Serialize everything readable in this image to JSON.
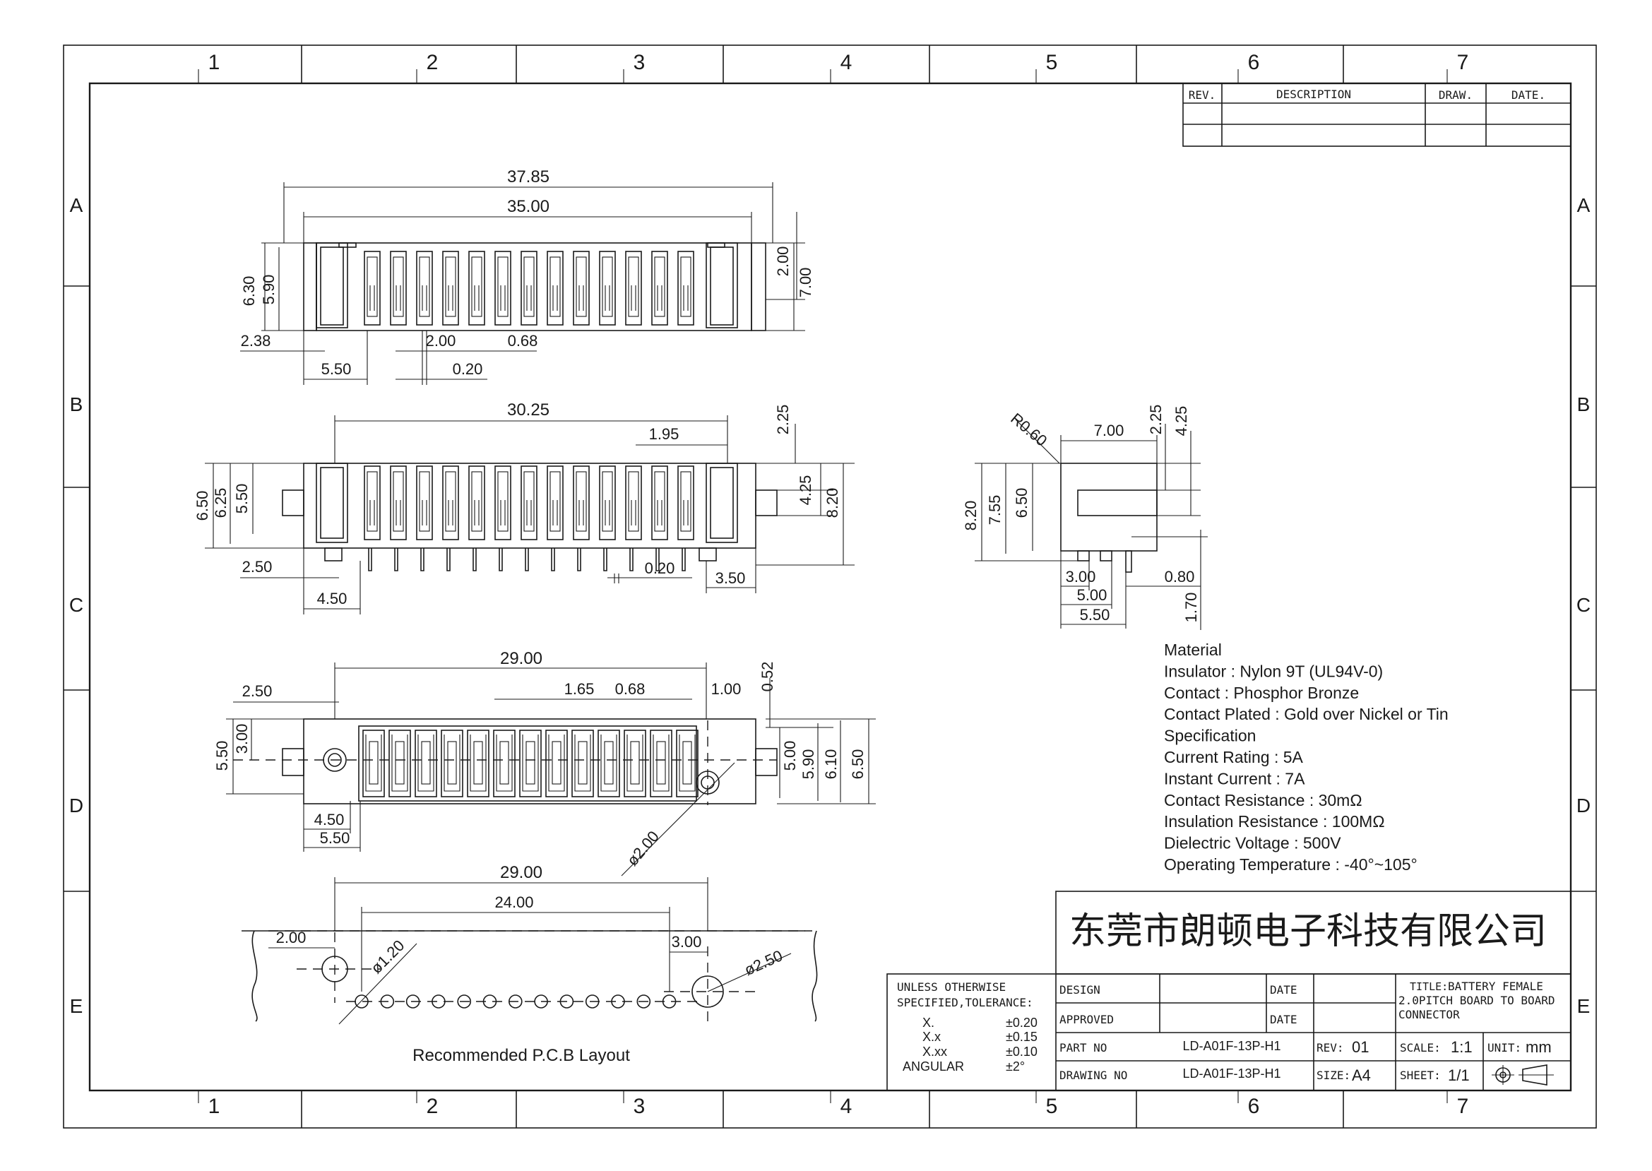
{
  "frame": {
    "columns": [
      "1",
      "2",
      "3",
      "4",
      "5",
      "6",
      "7"
    ],
    "rows": [
      "A",
      "B",
      "C",
      "D",
      "E"
    ]
  },
  "revision_table": {
    "headers": [
      "REV.",
      "DESCRIPTION",
      "DRAW.",
      "DATE."
    ]
  },
  "views": {
    "top": {
      "dims": {
        "overall": "37.85",
        "inner": "35.00",
        "h1": "6.30",
        "h2": "5.90",
        "right_top": "2.00",
        "right_total": "7.00",
        "left_offset": "2.38",
        "pitch": "2.00",
        "wall": "0.68",
        "end_width": "5.50",
        "slot": "0.20"
      }
    },
    "front": {
      "dims": {
        "span": "30.25",
        "tab": "1.95",
        "top_off": "2.25",
        "h_outer": "6.50",
        "h_mid": "6.25",
        "h_inner": "5.50",
        "boss": "4.25",
        "total": "8.20",
        "left": "2.50",
        "pin_w": "0.20",
        "right": "3.50",
        "left2": "4.50"
      }
    },
    "side": {
      "dims": {
        "radius": "R0.60",
        "width": "7.00",
        "top1": "2.25",
        "top2": "4.25",
        "h_total": "8.20",
        "h2": "7.55",
        "h3": "6.50",
        "d1": "3.00",
        "d2": "5.00",
        "d3": "5.50",
        "pin": "0.80",
        "tail": "1.70"
      }
    },
    "bottom": {
      "dims": {
        "span": "29.00",
        "pitch": "1.65",
        "gap": "0.68",
        "end": "1.00",
        "top": "0.52",
        "left": "2.50",
        "h_a": "5.50",
        "h_b": "3.00",
        "r1": "5.00",
        "r2": "5.90",
        "r3": "6.10",
        "r4": "6.50",
        "l1": "4.50",
        "l2": "5.50",
        "hole": "ø2.00"
      }
    },
    "pcb": {
      "label": "Recommended P.C.B Layout",
      "dims": {
        "span": "29.00",
        "inner": "24.00",
        "left": "2.00",
        "right": "3.00",
        "small_hole": "ø1.20",
        "big_hole": "ø2.50"
      }
    }
  },
  "material": {
    "lines": [
      "Material",
      "Insulator : Nylon 9T (UL94V-0)",
      "Contact : Phosphor   Bronze",
      "Contact Plated : Gold over Nickel or Tin",
      "Specification",
      "Current Rating : 5A",
      "Instant Current : 7A",
      "Contact Resistance : 30mΩ",
      "Insulation Resistance : 100MΩ",
      "Dielectric   Voltage : 500V",
      "Operating Temperature : -40°~105°"
    ]
  },
  "title_block": {
    "company": "东莞市朗顿电子科技有限公司",
    "tolerance": {
      "heading1": "UNLESS OTHERWISE",
      "heading2": "SPECIFIED,TOLERANCE:",
      "rows": [
        {
          "label": "X.",
          "value": "±0.20"
        },
        {
          "label": "X.x",
          "value": "±0.15"
        },
        {
          "label": "X.xx",
          "value": "±0.10"
        },
        {
          "label": "ANGULAR",
          "value": "±2°"
        }
      ]
    },
    "design_label": "DESIGN",
    "approved_label": "APPROVED",
    "date_label": "DATE",
    "part_no_label": "PART NO",
    "drawing_no_label": "DRAWING NO",
    "part_no": "LD-A01F-13P-H1",
    "drawing_no": "LD-A01F-13P-H1",
    "rev_label": "REV:",
    "rev": "01",
    "size_label": "SIZE:",
    "size": "A4",
    "title_label": "TITLE:",
    "title_lines": [
      "BATTERY FEMALE",
      "2.0PITCH BOARD TO BOARD",
      "CONNECTOR"
    ],
    "scale_label": "SCALE:",
    "scale": "1:1",
    "sheet_label": "SHEET:",
    "sheet": "1/1",
    "unit_label": "UNIT:",
    "unit": "mm"
  }
}
